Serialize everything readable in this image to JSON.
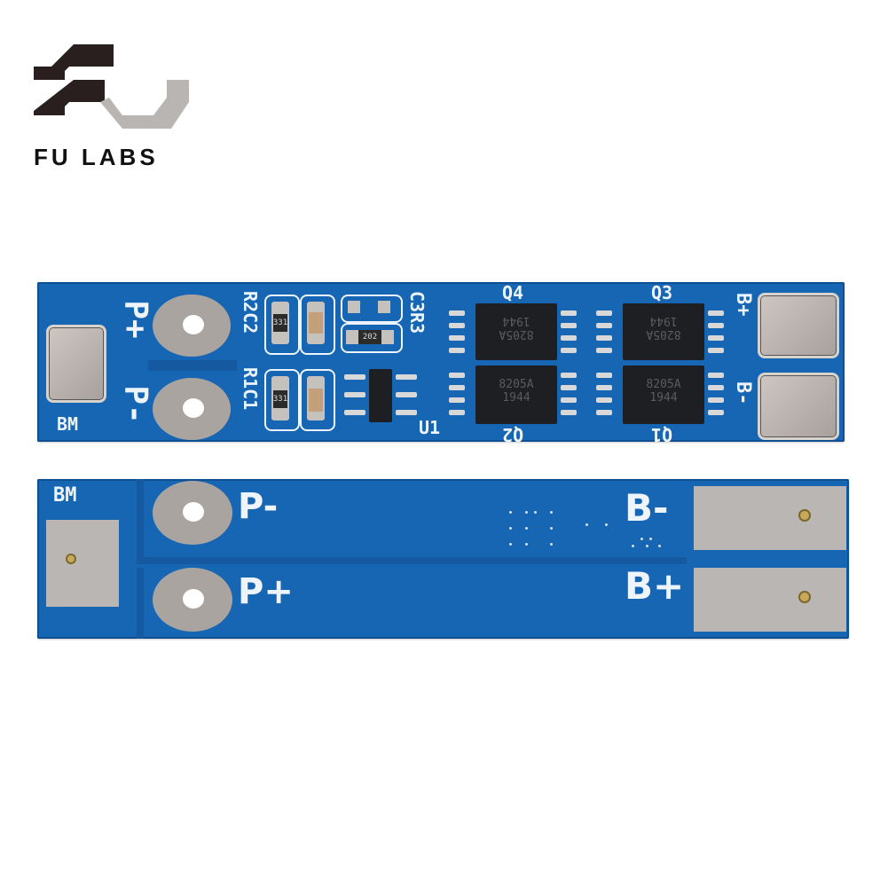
{
  "brand": {
    "name": "FU LABS",
    "logo_colors": {
      "dark": "#2a1f1f",
      "light": "#b8b5b2"
    }
  },
  "colors": {
    "pcb_blue": "#1766b3",
    "pcb_trace": "#155aa0",
    "silkscreen": "#eef4fb",
    "pad_metal": "#b9b6b3",
    "chip_body": "#1e1f22"
  },
  "board_top": {
    "labels": {
      "bm": "BM",
      "p_plus": "P+",
      "p_minus": "P-",
      "r1c1": "R1C1",
      "r2c2": "R2C2",
      "c3r3": "C3R3",
      "u1": "U1",
      "q1": "Q1",
      "q2": "Q2",
      "q3": "Q3",
      "q4": "Q4",
      "b_plus": "B+",
      "b_minus": "B-"
    },
    "resistors": [
      {
        "code": "331"
      },
      {
        "code": "331"
      },
      {
        "code": "202"
      }
    ],
    "mosfets": [
      {
        "id": "Q4",
        "part": "8205A",
        "date": "1944"
      },
      {
        "id": "Q3",
        "part": "8205A",
        "date": "1944"
      },
      {
        "id": "Q2",
        "part": "8205A",
        "date": "1944"
      },
      {
        "id": "Q1",
        "part": "8205A",
        "date": "1944"
      }
    ]
  },
  "board_bottom": {
    "labels": {
      "bm": "BM",
      "p_minus": "P-",
      "p_plus": "P+",
      "b_minus": "B-",
      "b_plus": "B+"
    }
  }
}
